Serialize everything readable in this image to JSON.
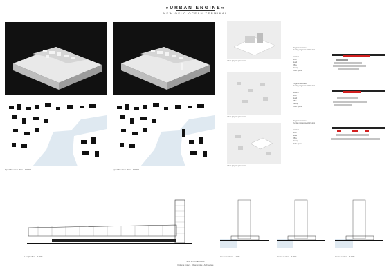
{
  "poster": {
    "title": "»URBAN ENGINE«",
    "subtitle": "NEW OSLO OCEAN TERMINAL"
  },
  "captions": {
    "model_left": "",
    "model_right": "",
    "map_left": "Fjord Situation Plan · 1:5000",
    "map_right": "Fjord Situation Plan · 1:5000",
    "diagram_1": "Urban program placement",
    "diagram_2": "Urban program placement",
    "diagram_3": "Urban program placement",
    "section_long": "Longitudinal · 1:500",
    "section_a": "Cross section · 1:500",
    "section_b": "Cross section · 1:500",
    "section_c": "Cross section · 1:500"
  },
  "charts": [
    {
      "heading": "Programme Area",
      "sub": "Overlap programme distribution",
      "labels": [
        "Terminal",
        "Hotel",
        "Retail",
        "Office",
        "Parking",
        "Public space"
      ]
    },
    {
      "heading": "Programme Area",
      "sub": "Overlap programme distribution",
      "labels": [
        "Terminal",
        "Hotel",
        "Retail",
        "Office",
        "Parking",
        "Public space"
      ]
    },
    {
      "heading": "Programme Area",
      "sub": "Overlap programme distribution",
      "labels": [
        "Terminal",
        "Hotel",
        "Retail",
        "Office",
        "Parking",
        "Public space"
      ]
    }
  ],
  "footer": {
    "line1": "Oslo Ocean Terminal",
    "line2": "Diploma project · Urban engine · Architecture"
  },
  "colors": {
    "accent": "#d21f1f",
    "water": "#dfe9f1",
    "dark": "#111111"
  }
}
